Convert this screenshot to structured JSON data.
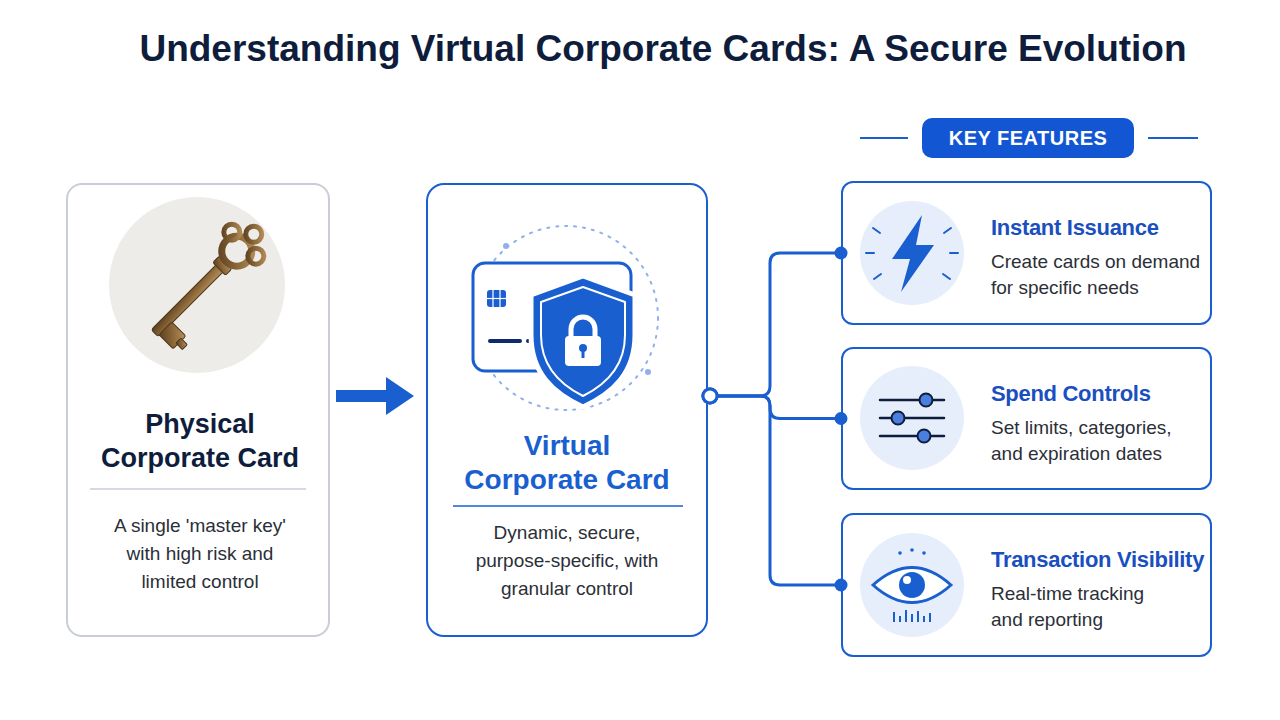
{
  "diagram": {
    "title": "Understanding Virtual Corporate Cards: A Secure Evolution",
    "nodes": [
      {
        "text": [
          "Physical Corporate Card",
          "A single 'master key' with high risk and limited control"
        ]
      },
      {
        "text": [
          "Virtual Corporate Card",
          "Dynamic, secure, purpose-specific, with granular control"
        ]
      },
      {
        "text": [
          "KEY FEATURES"
        ]
      },
      {
        "text": [
          "Instant Issuance",
          "Create cards on demand for specific needs"
        ]
      },
      {
        "text": [
          "Spend Controls",
          "Set limits, categories, and expiration dates"
        ]
      },
      {
        "text": [
          "Transaction Visibility",
          "Real-time tracking and reporting"
        ]
      }
    ],
    "edges": [
      {
        "from": 0,
        "to": 1,
        "arrow": "to"
      },
      {
        "from": 1,
        "to": 3,
        "arrow": "none"
      },
      {
        "from": 1,
        "to": 4,
        "arrow": "none"
      },
      {
        "from": 1,
        "to": 5,
        "arrow": "none"
      }
    ]
  }
}
